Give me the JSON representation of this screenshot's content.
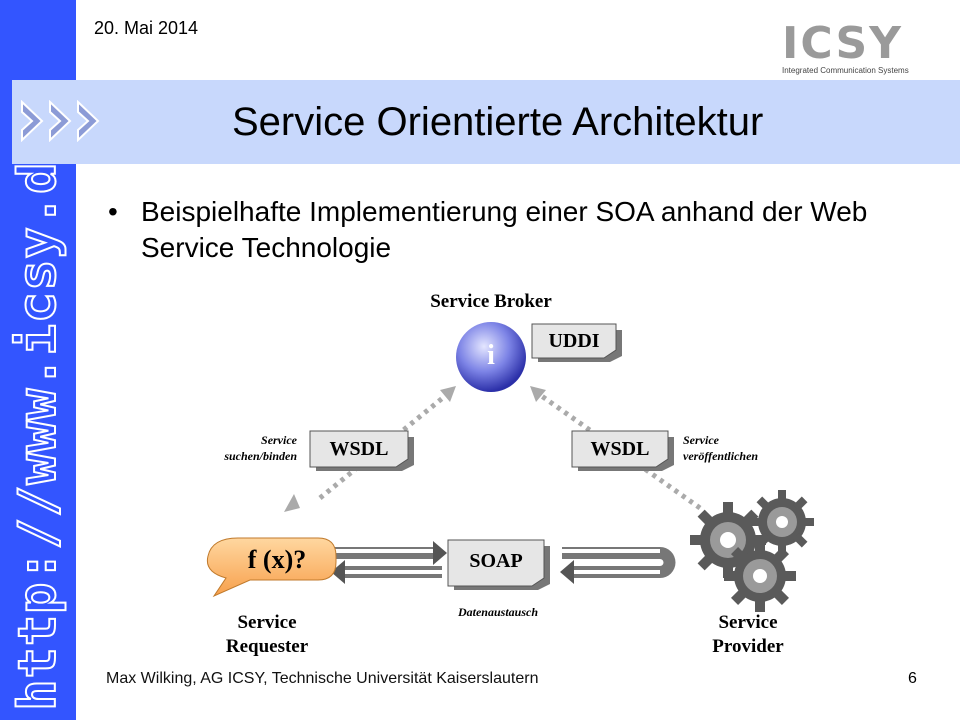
{
  "header": {
    "date": "20. Mai 2014",
    "logo_text": "ICSY",
    "logo_subtitle": "Integrated Communication Systems"
  },
  "sidebar": {
    "url": "http://www.icsy.de"
  },
  "slide": {
    "title": "Service Orientierte Architektur",
    "bullet": "Beispielhafte Implementierung einer SOA anhand der Web Service Technologie"
  },
  "diagram": {
    "broker_label": "Service Broker",
    "broker_icon": "i",
    "uddi": "UDDI",
    "wsdl_left": "WSDL",
    "wsdl_right": "WSDL",
    "soap": "SOAP",
    "search_bind": "Service suchen/binden",
    "publish": "Service veröffentlichen",
    "data_exchange": "Datenaustausch",
    "requester_bubble": "f (x)?",
    "requester_label": "Service Requester",
    "provider_label": "Service Provider"
  },
  "footer": {
    "author": "Max Wilking, AG ICSY, Technische Universität Kaiserslautern",
    "page": "6"
  }
}
